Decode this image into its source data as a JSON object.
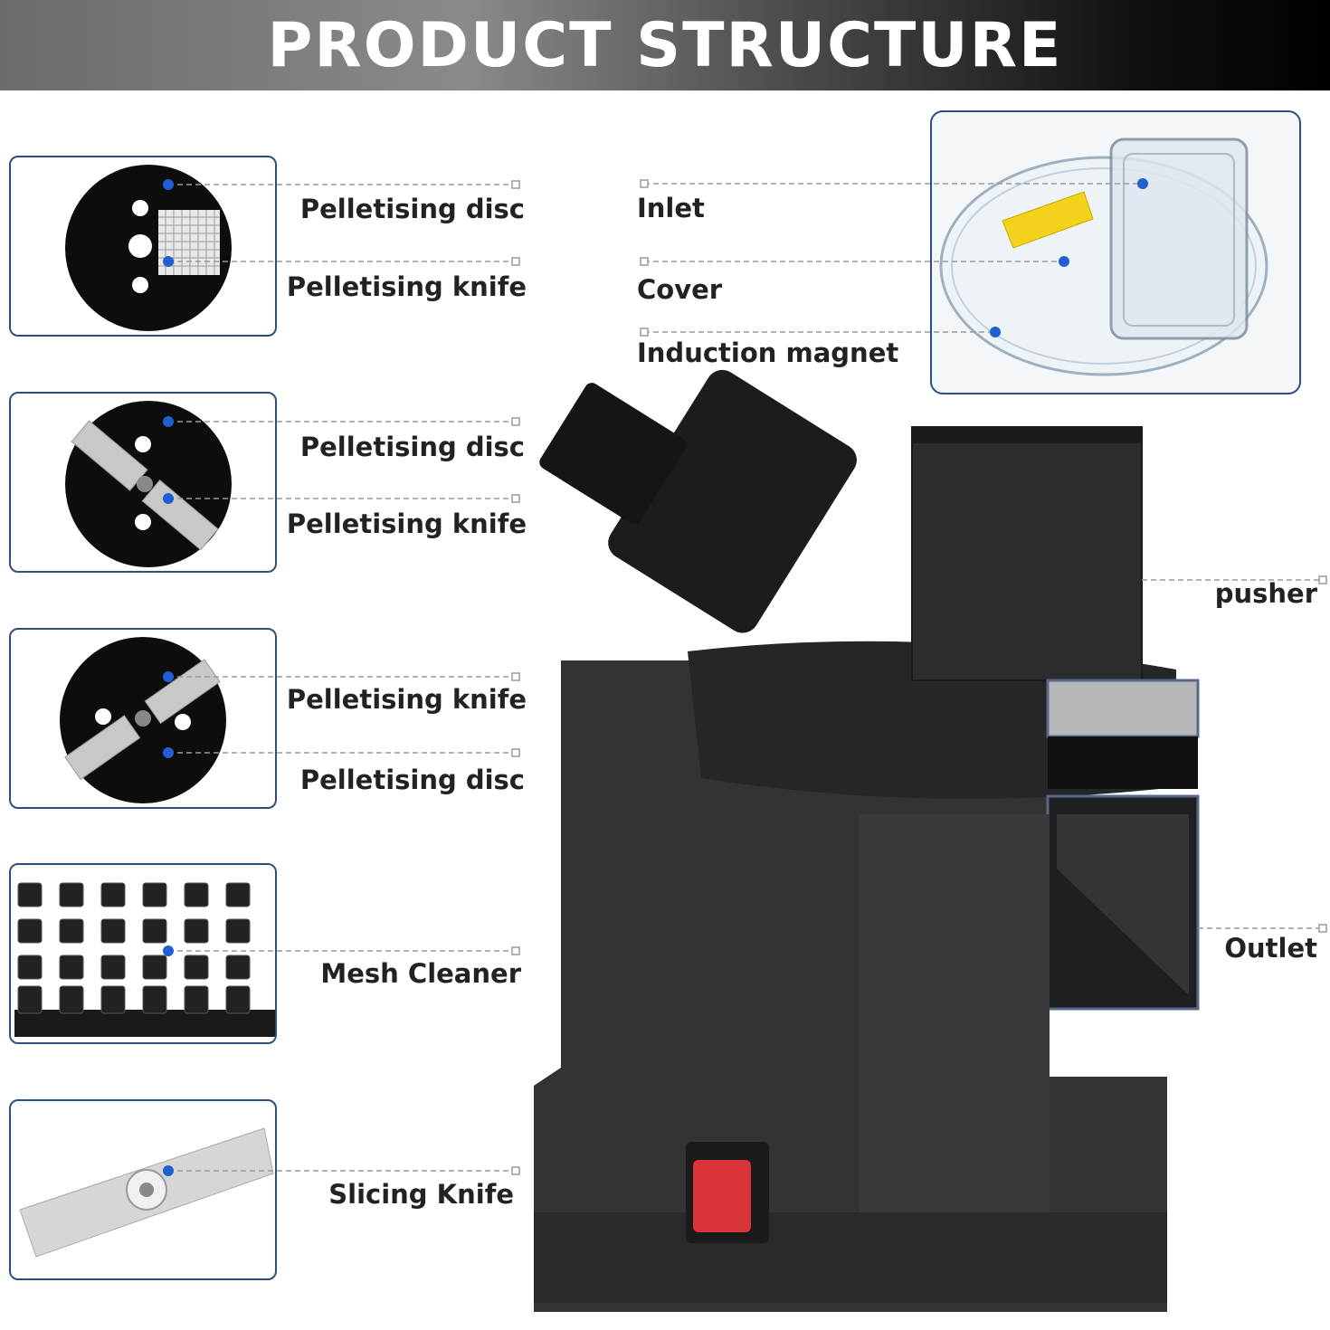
{
  "header": {
    "title": "PRODUCT STRUCTURE"
  },
  "left_parts": [
    {
      "label": "Pelletising disc"
    },
    {
      "label": "Pelletising knife"
    },
    {
      "label": "Pelletising disc"
    },
    {
      "label": "Pelletising knife"
    },
    {
      "label": "Pelletising knife"
    },
    {
      "label": "Pelletising disc"
    },
    {
      "label": "Mesh Cleaner"
    },
    {
      "label": "Slicing Knife"
    }
  ],
  "right_parts": [
    {
      "label": "Inlet"
    },
    {
      "label": "Cover"
    },
    {
      "label": "Induction magnet"
    },
    {
      "label": "pusher"
    },
    {
      "label": "Outlet"
    }
  ],
  "colors": {
    "frame_border": "#2d4f80",
    "pointer_dot": "#1f5fd0",
    "machine_body": "#2f2f31",
    "switch_red": "#d8343a"
  }
}
